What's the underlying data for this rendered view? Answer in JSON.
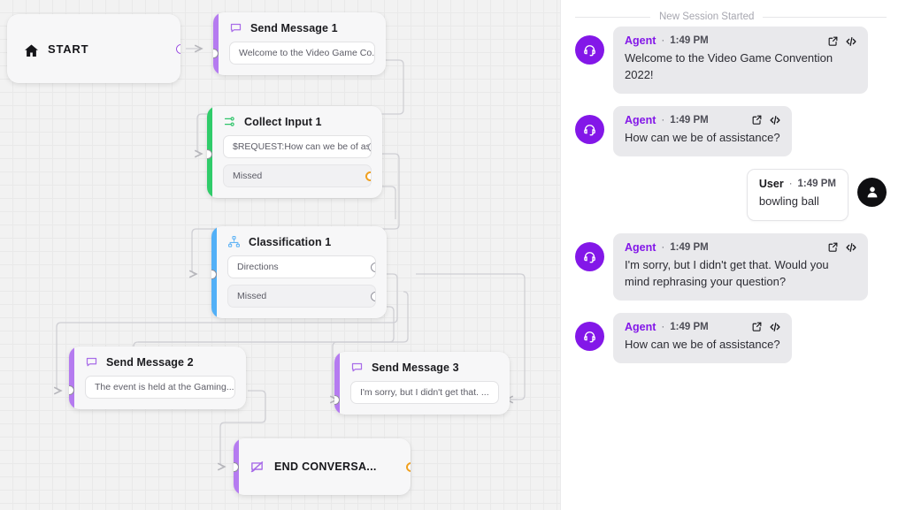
{
  "canvas": {
    "nodes": [
      {
        "id": "start",
        "label": "START",
        "icon": "home-icon"
      },
      {
        "id": "send-message-1",
        "title": "Send Message 1",
        "icon": "chat-bubble-icon",
        "accent_color": "#b57bf0",
        "fields": [
          {
            "text": "Welcome to the Video Game Co...",
            "port": "out-gray"
          }
        ]
      },
      {
        "id": "collect-input-1",
        "title": "Collect Input 1",
        "icon": "sliders-icon",
        "accent_color": "#30cc6a",
        "fields": [
          {
            "text": "$REQUEST:How can we be of assist",
            "port": "out-gray"
          },
          {
            "text": "Missed",
            "port": "out-orange",
            "muted": true
          }
        ]
      },
      {
        "id": "classification-1",
        "title": "Classification 1",
        "icon": "hierarchy-icon",
        "accent_color": "#52b0f7",
        "fields": [
          {
            "text": "Directions",
            "port": "out-gray"
          },
          {
            "text": "Missed",
            "port": "out-gray",
            "muted": true
          }
        ]
      },
      {
        "id": "send-message-2",
        "title": "Send Message 2",
        "icon": "chat-bubble-icon",
        "accent_color": "#b57bf0",
        "fields": [
          {
            "text": "The event is held at the Gaming...",
            "port": "out-gray"
          }
        ]
      },
      {
        "id": "send-message-3",
        "title": "Send Message 3",
        "icon": "chat-bubble-icon",
        "accent_color": "#b57bf0",
        "fields": [
          {
            "text": "I'm sorry, but I didn't get that. ...",
            "port": "out-gray"
          }
        ]
      },
      {
        "id": "end-conversation",
        "label": "END CONVERSA...",
        "icon": "end-conversation-icon",
        "accent_color": "#b57bf0"
      }
    ]
  },
  "chat": {
    "session_label": "New Session Started",
    "actions": {
      "open_icon": "external-link-icon",
      "code_icon": "code-icon"
    },
    "messages": [
      {
        "sender": "Agent",
        "role": "agent",
        "separator": "·",
        "time": "1:49 PM",
        "text": "Welcome to the Video Game Convention 2022!",
        "avatar_icon": "headset-icon"
      },
      {
        "sender": "Agent",
        "role": "agent",
        "separator": "·",
        "time": "1:49 PM",
        "text": "How can we be of assistance?",
        "avatar_icon": "headset-icon"
      },
      {
        "sender": "User",
        "role": "user",
        "separator": "·",
        "time": "1:49 PM",
        "text": "bowling ball",
        "avatar_icon": "person-icon"
      },
      {
        "sender": "Agent",
        "role": "agent",
        "separator": "·",
        "time": "1:49 PM",
        "text": "I'm sorry, but I didn't get that. Would you mind rephrasing your question?",
        "avatar_icon": "headset-icon"
      },
      {
        "sender": "Agent",
        "role": "agent",
        "separator": "·",
        "time": "1:49 PM",
        "text": "How can we be of assistance?",
        "avatar_icon": "headset-icon"
      }
    ]
  },
  "colors": {
    "agent_purple": "#8317e8",
    "accent_purple": "#b57bf0",
    "accent_green": "#30cc6a",
    "accent_blue": "#52b0f7",
    "port_orange": "#f0a020",
    "canvas_bg": "#f2f2f2"
  }
}
